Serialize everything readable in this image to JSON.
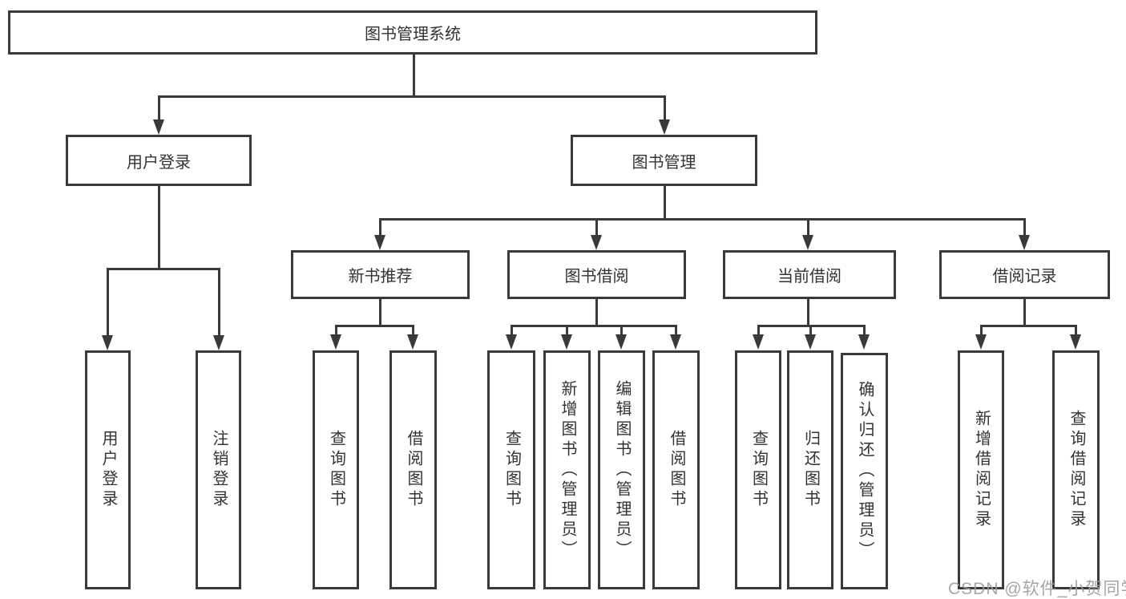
{
  "tree": {
    "label": "图书管理系统",
    "children": [
      {
        "label": "用户登录",
        "children": [
          {
            "label": "用户登录"
          },
          {
            "label": "注销登录"
          }
        ]
      },
      {
        "label": "图书管理",
        "children": [
          {
            "label": "新书推荐",
            "children": [
              {
                "label": "查询图书"
              },
              {
                "label": "借阅图书"
              }
            ]
          },
          {
            "label": "图书借阅",
            "children": [
              {
                "label": "查询图书"
              },
              {
                "label": "新增图书（管理员）"
              },
              {
                "label": "编辑图书（管理员）"
              },
              {
                "label": "借阅图书"
              }
            ]
          },
          {
            "label": "当前借阅",
            "children": [
              {
                "label": "查询图书"
              },
              {
                "label": "归还图书"
              },
              {
                "label": "确认归还（管理员）"
              }
            ]
          },
          {
            "label": "借阅记录",
            "children": [
              {
                "label": "新增借阅记录"
              },
              {
                "label": "查询借阅记录"
              }
            ]
          }
        ]
      }
    ]
  },
  "watermark": {
    "text": "CSDN @软件_小贺同学"
  },
  "colors": {
    "line": "#3a3a3a",
    "box_border": "#3a3a3a",
    "text": "#333333",
    "watermark": "#9e9e9e",
    "background": "#ffffff"
  }
}
